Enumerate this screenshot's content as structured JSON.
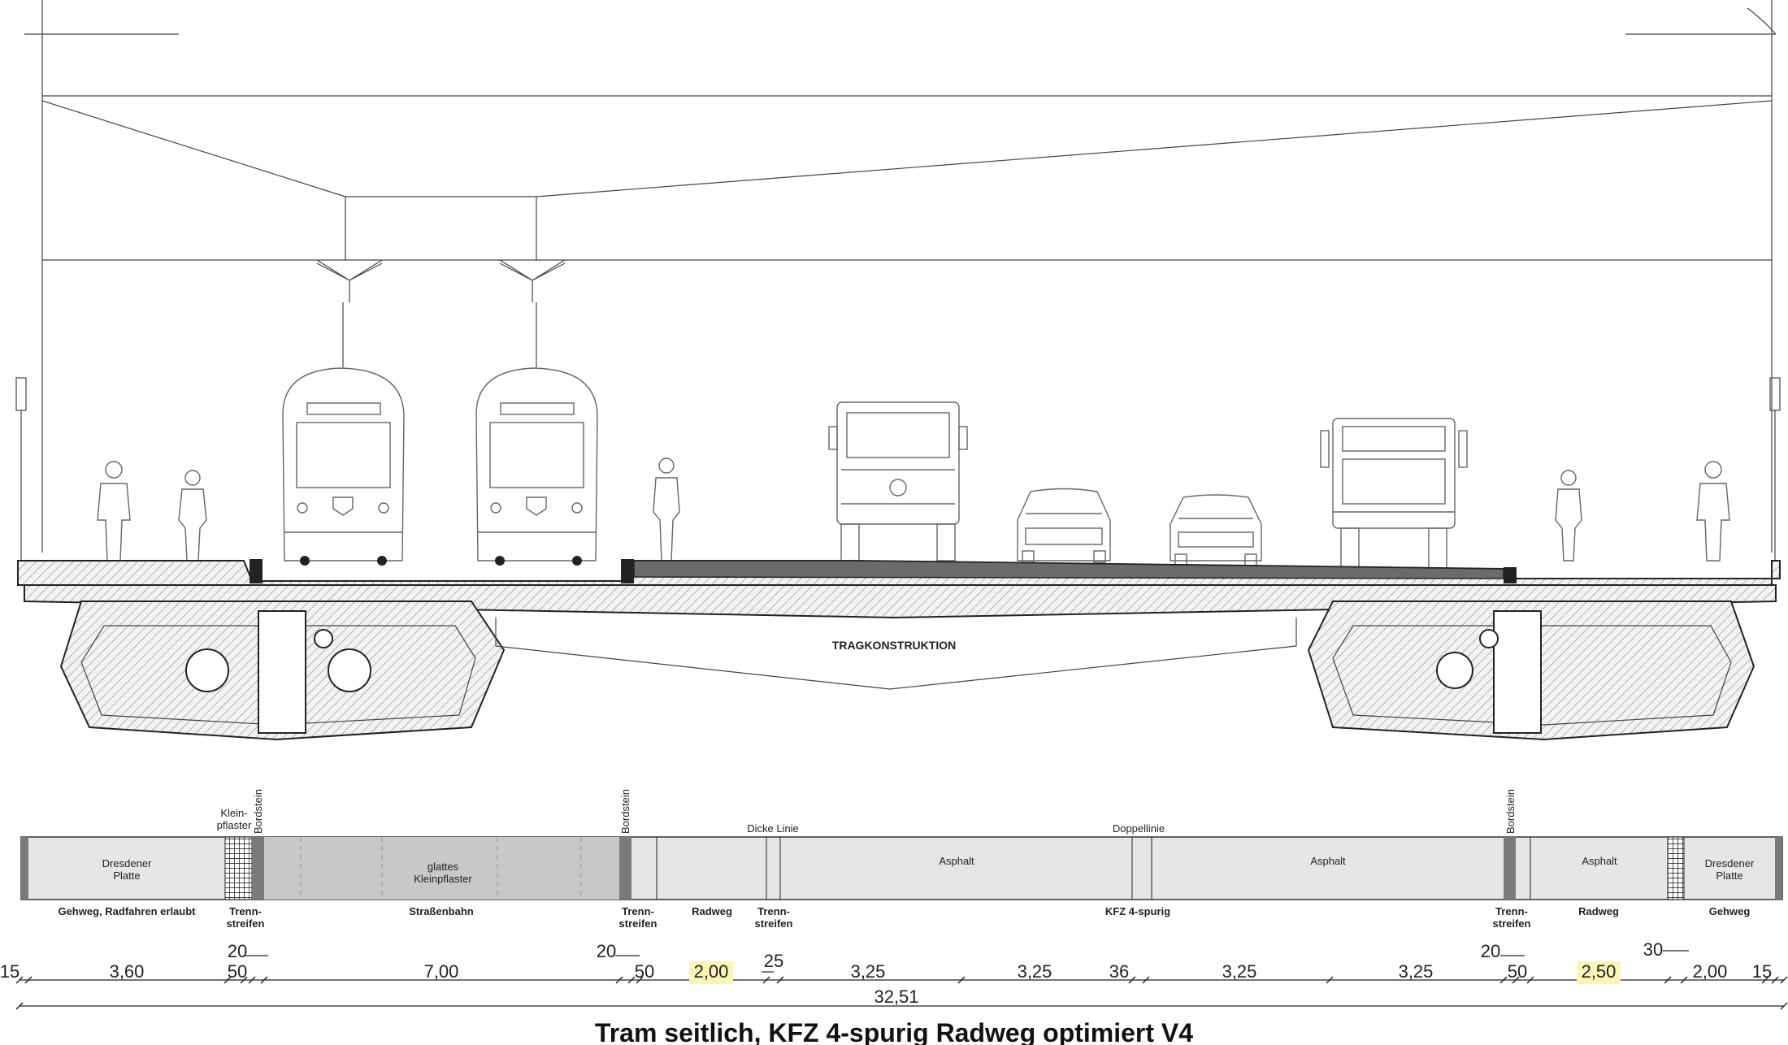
{
  "title": "Tram seitlich, KFZ 4-spurig Radweg optimiert V4",
  "structure_label": "TRAGKONSTRUKTION",
  "surfaces": {
    "dresdener_platte_left": "Dresdener\nPlatte",
    "kleinpflaster": "Klein-\npflaster",
    "bordstein_left": "Bordstein",
    "glattes_kleinpflaster": "glattes\nKleinpflaster",
    "bordstein_mid": "Bordstein",
    "dicke_linie": "Dicke Linie",
    "asphalt_1": "Asphalt",
    "doppellinie": "Doppellinie",
    "asphalt_2": "Asphalt",
    "bordstein_right": "Bordstein",
    "asphalt_3": "Asphalt",
    "dresdener_platte_right": "Dresdener\nPlatte"
  },
  "zones": {
    "gehweg_left": "Gehweg, Radfahren erlaubt",
    "trenn_1": "Trenn-\nstreifen",
    "strassenbahn": "Straßenbahn",
    "trenn_2": "Trenn-\nstreifen",
    "radweg_left": "Radweg",
    "trenn_3": "Trenn-\nstreifen",
    "kfz": "KFZ 4-spurig",
    "trenn_4": "Trenn-\nstreifen",
    "radweg_right": "Radweg",
    "gehweg_right": "Gehweg"
  },
  "dims": {
    "d15_left": "15",
    "d360": "3,60",
    "d20_a": "20",
    "d50_a": "50",
    "d700": "7,00",
    "d20_b": "20",
    "d50_b": "50",
    "d200_hl": "2,00",
    "d25": "25",
    "d325_a": "3,25",
    "d325_b": "3,25",
    "d36": "36",
    "d325_c": "3,25",
    "d325_d": "3,25",
    "d20_c": "20",
    "d50_c": "50",
    "d250_hl": "2,50",
    "d30": "30",
    "d200": "2,00",
    "d15_right": "15",
    "total": "32,51"
  },
  "colors": {
    "highlight": "#fbf5b4",
    "gray_band": "#e6e6e6",
    "tram_band": "#c8c8c8",
    "curb": "#7a7a7a"
  }
}
